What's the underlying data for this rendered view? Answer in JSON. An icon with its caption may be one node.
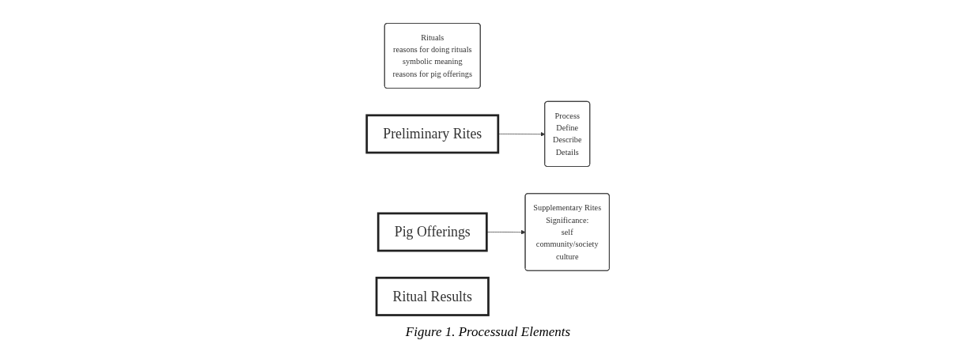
{
  "diagram": {
    "caption": "Figure 1. Processual Elements",
    "nodes": [
      {
        "text": [
          "Rituals",
          "reasons for doing rituals",
          "symbolic meaning",
          "reasons for pig offerings"
        ]
      },
      {
        "text": [
          "Preliminary Rites"
        ]
      },
      {
        "text": [
          "Pig Offerings"
        ]
      },
      {
        "text": [
          "Process",
          "Define",
          "Describe",
          "Details"
        ]
      },
      {
        "text": [
          "Supplementary Rites",
          "Significance:",
          "self",
          "community/society",
          "culture"
        ]
      },
      {
        "text": [
          "Ritual Results"
        ]
      }
    ],
    "edges": [
      {
        "from": 1,
        "to": 3,
        "arrow": "to"
      },
      {
        "from": 2,
        "to": 4,
        "arrow": "to"
      }
    ]
  }
}
